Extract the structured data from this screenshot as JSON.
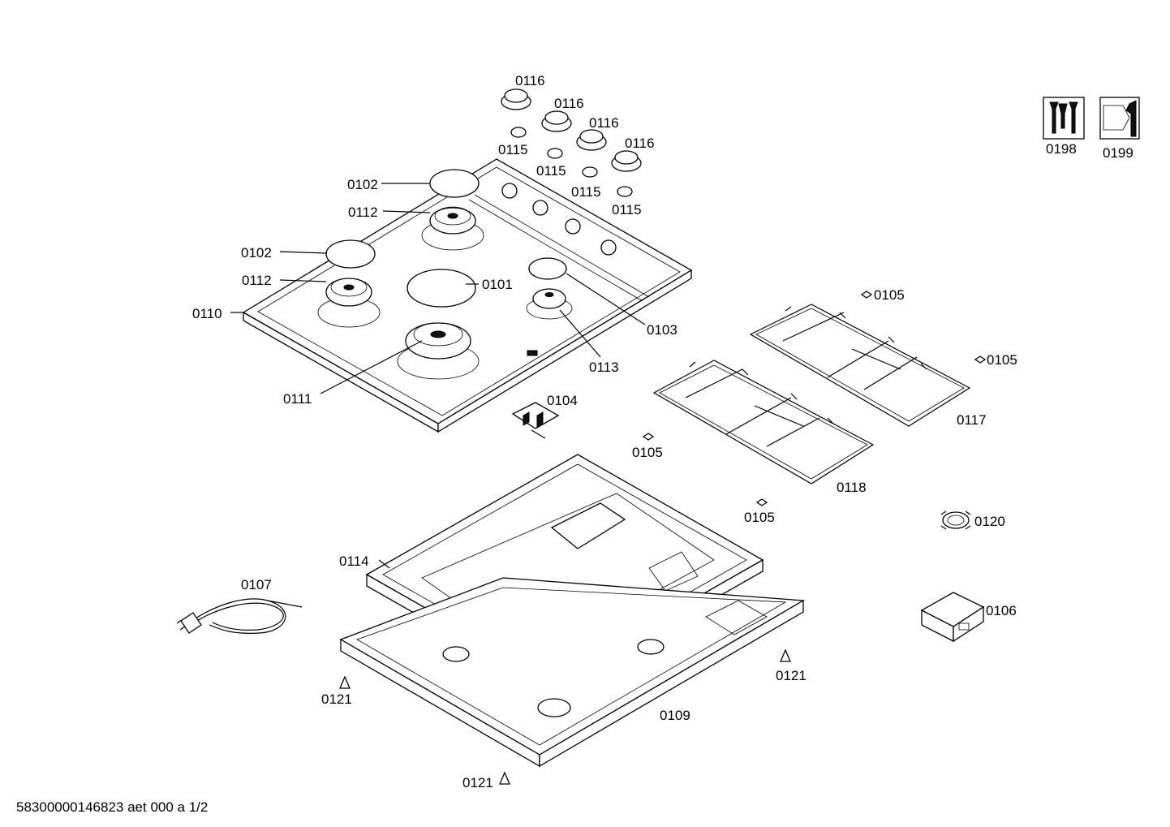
{
  "labels": {
    "l0116a": "0116",
    "l0116b": "0116",
    "l0116c": "0116",
    "l0116d": "0116",
    "l0115a": "0115",
    "l0115b": "0115",
    "l0115c": "0115",
    "l0115d": "0115",
    "l0102a": "0102",
    "l0102b": "0102",
    "l0112a": "0112",
    "l0112b": "0112",
    "l0101": "0101",
    "l0110": "0110",
    "l0103": "0103",
    "l0113": "0113",
    "l0111": "0111",
    "l0104": "0104",
    "l0105a": "0105",
    "l0105b": "0105",
    "l0105c": "0105",
    "l0105d": "0105",
    "l0117": "0117",
    "l0118": "0118",
    "l0120": "0120",
    "l0114": "0114",
    "l0107": "0107",
    "l0106": "0106",
    "l0121a": "0121",
    "l0121b": "0121",
    "l0121c": "0121",
    "l0109": "0109",
    "l0198": "0198",
    "l0199": "0199"
  },
  "footer": "58300000146823 aet 000 a 1/2"
}
